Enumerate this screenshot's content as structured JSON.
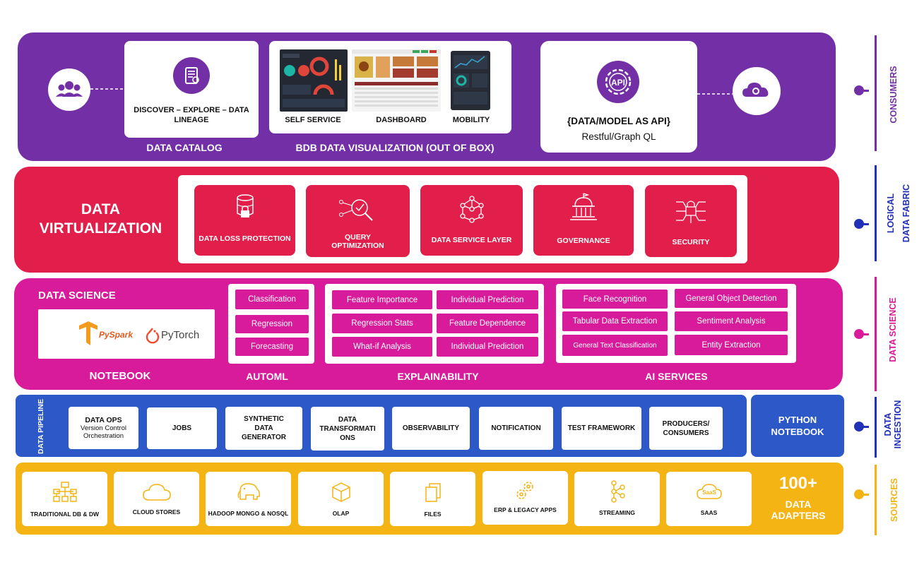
{
  "colors": {
    "consumers": "#7330a6",
    "virtualization": "#e21f4a",
    "science": "#d81b9a",
    "ingestion": "#2d59c8",
    "sources": "#f4b414"
  },
  "consumers": {
    "catalog_card_text": "DISCOVER – EXPLORE – DATA LINEAGE",
    "catalog_label": "DATA CATALOG",
    "viz_items": [
      "SELF SERVICE",
      "DASHBOARD",
      "MOBILITY"
    ],
    "viz_label": "BDB DATA VISUALIZATION (OUT OF BOX)",
    "api_icon_text": "API",
    "api_title": "{DATA/MODEL AS API}",
    "api_subtitle": "Restful/Graph QL"
  },
  "virtualization": {
    "title_line1": "DATA",
    "title_line2": "VIRTUALIZATION",
    "cards": [
      {
        "label": "DATA  LOSS PROTECTION",
        "icon": "database-lock-icon"
      },
      {
        "label": "QUERY OPTIMIZATION",
        "icon": "search-network-icon"
      },
      {
        "label": "DATA SERVICE LAYER",
        "icon": "network-icon"
      },
      {
        "label": "GOVERNANCE",
        "icon": "building-icon"
      },
      {
        "label": "SECURITY",
        "icon": "lock-circuit-icon"
      }
    ]
  },
  "science": {
    "title": "DATA SCIENCE",
    "logo_pyspark": "PySpark",
    "logo_pytorch": "PyTorch",
    "notebook_label": "NOTEBOOK",
    "automl_label": "AUTOML",
    "automl_items": [
      "Classification",
      "Regression",
      "Forecasting"
    ],
    "explain_label": "EXPLAINABILITY",
    "explain_items": [
      "Feature Importance",
      "Individual Prediction",
      "Regression Stats",
      "Feature Dependence",
      "What-if Analysis",
      "Individual Prediction"
    ],
    "ai_label": "AI SERVICES",
    "ai_items": [
      "Face Recognition",
      "General Object Detection",
      "Tabular Data Extraction",
      "Sentiment Analysis",
      "General Text Classification",
      "Entity Extraction"
    ]
  },
  "ingestion": {
    "pipeline_label": "DATA PIPELINE",
    "dataops_title": "DATA OPS",
    "dataops_sub": "Version Control Orchestration",
    "cards": [
      "JOBS",
      "SYNTHETIC DATA GENERATOR",
      "DATA TRANSFORMATI ONS",
      "OBSERVABILITY",
      "NOTIFICATION",
      "TEST FRAMEWORK",
      "PRODUCERS/ CONSUMERS"
    ],
    "python_label": "PYTHON NOTEBOOK"
  },
  "sources": {
    "cards": [
      {
        "label": "TRADITIONAL DB & DW",
        "icon": "hierarchy-icon"
      },
      {
        "label": "CLOUD STORES",
        "icon": "cloud-icon"
      },
      {
        "label": "HADOOP MONGO & NOSQL",
        "icon": "elephant-icon"
      },
      {
        "label": "OLAP",
        "icon": "cube-icon"
      },
      {
        "label": "FILES",
        "icon": "files-icon"
      },
      {
        "label": "ERP & LEGACY APPS",
        "icon": "gears-icon"
      },
      {
        "label": "STREAMING",
        "icon": "stream-icon"
      },
      {
        "label": "SAAS",
        "icon": "saas-cloud-icon"
      }
    ],
    "count": "100+",
    "count_label": "DATA ADAPTERS",
    "saas_icon_text": "SaaS"
  },
  "sidebar": {
    "consumers": "CONSUMERS",
    "fabric_line1": "LOGICAL",
    "fabric_line2": "DATA FABRIC",
    "science": "DATA SCIENCE",
    "ingestion_line1": "DATA",
    "ingestion_line2": "INGESTION",
    "sources": "SOURCES"
  }
}
